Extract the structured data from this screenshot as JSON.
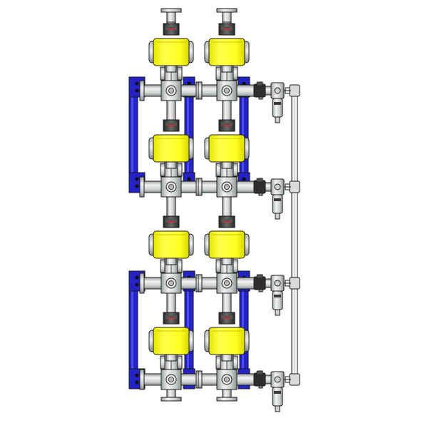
{
  "drawing": {
    "columns": [
      "left",
      "right"
    ],
    "levels": 4,
    "actuator_levels": 4,
    "filter_regulators": 4
  },
  "colors": {
    "actuator": "#ffff22",
    "frame": "#2323c8",
    "metal": "#d7d9da",
    "metal_dark": "#8e9293",
    "outline": "#1a1a1a",
    "dark": "#3a3a3a",
    "background": "#ffffff"
  }
}
